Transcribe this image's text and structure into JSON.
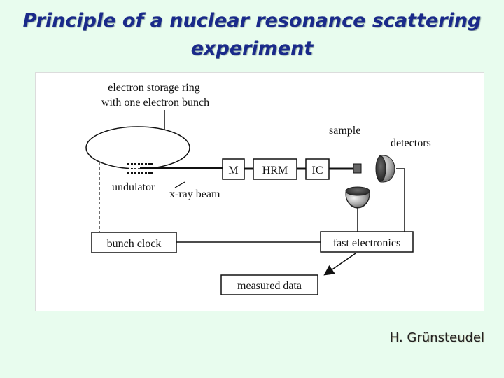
{
  "slide": {
    "title": "Principle of a nuclear resonance scattering experiment",
    "author": "H. Grünsteudel"
  },
  "diagram": {
    "storage_ring_line1": "electron storage ring",
    "storage_ring_line2": "with one electron bunch",
    "undulator": "undulator",
    "xray_beam": "x-ray beam",
    "mono": "M",
    "hrm": "HRM",
    "ic": "IC",
    "sample": "sample",
    "detectors": "detectors",
    "bunch_clock": "bunch clock",
    "fast_electronics": "fast electronics",
    "measured_data": "measured data"
  }
}
